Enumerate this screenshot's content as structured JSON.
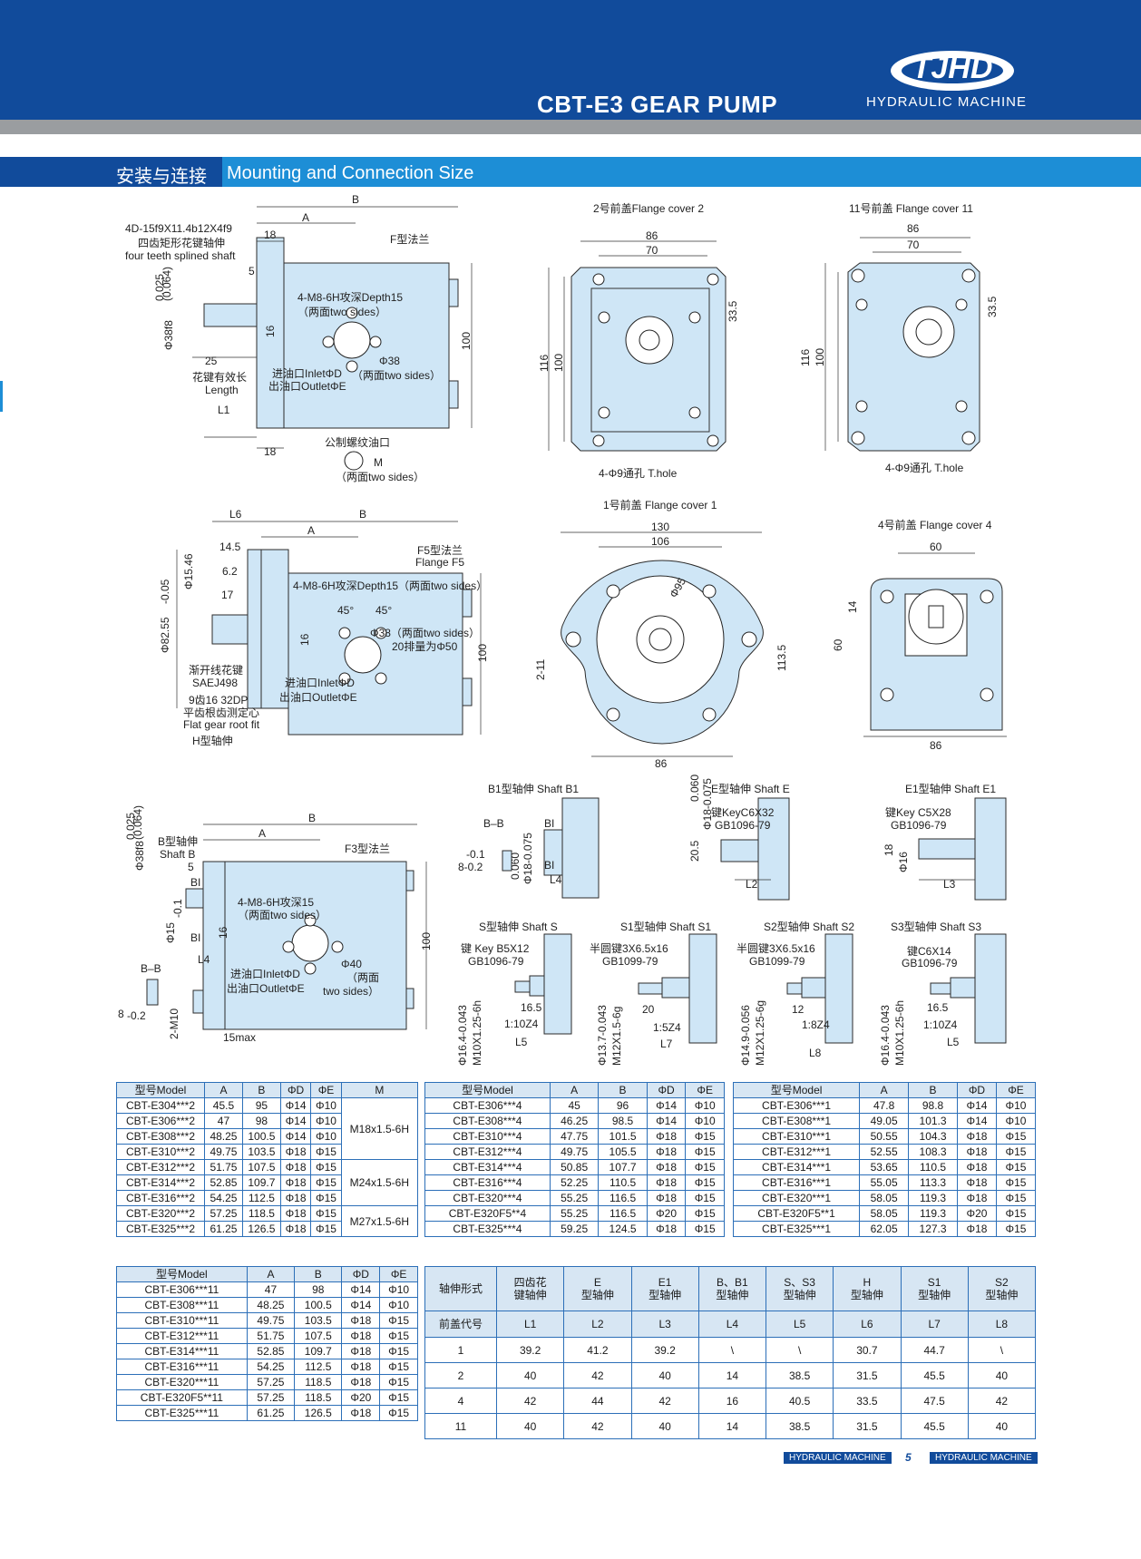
{
  "header": {
    "title": "CBT-E3 GEAR PUMP",
    "brand_logo": "TJHD",
    "brand_subtitle": "HYDRAULIC MACHINE"
  },
  "section": {
    "title_cn": "安装与连接",
    "title_en": "Mounting and Connection Size"
  },
  "drawings": {
    "d1": {
      "t1": "4D-15f9X11.4b12X4f9",
      "t2": "四齿矩形花键轴伸",
      "t3": "four teeth splined shaft",
      "B": "B",
      "A": "A",
      "n18a": "18",
      "n5": "5",
      "flange": "F型法兰",
      "depth": "4-M8-6H攻深Depth15",
      "two1": "（两面two   sides）",
      "tol": "0.025",
      "tol2": "(0.064)",
      "phi38": "Φ38f8",
      "n16": "16",
      "phi38b": "Φ38",
      "two2": "（两面two sides）",
      "n100": "100",
      "n25": "25",
      "key1": "花键有效长",
      "key2": "Length",
      "L1": "L1",
      "inlet": "进油口InletΦD",
      "outlet": "出油口OutletΦE",
      "n18b": "18",
      "thread": "公制螺纹油口",
      "M": "M",
      "two3": "（两面two sides）"
    },
    "d2": {
      "title": "2号前盖Flange cover 2",
      "n86": "86",
      "n70": "70",
      "n335": "33.5",
      "n116": "116",
      "n100": "100",
      "hole": "4-Φ9通孔  T.hole"
    },
    "d3": {
      "title": "11号前盖  Flange cover 11",
      "n86": "86",
      "n70": "70",
      "n335": "33.5",
      "n116": "116",
      "n100": "100",
      "hole": "4-Φ9通孔  T.hole"
    },
    "d4": {
      "L6": "L6",
      "B": "B",
      "A": "A",
      "n145": "14.5",
      "flange1": "F5型法兰",
      "flange2": "Flange F5",
      "n62": "6.2",
      "phi1546": "Φ15.46",
      "depth": "4-M8-6H攻深Depth15（两面two sides）",
      "n17": "17",
      "a45a": "45°",
      "a45b": "45°",
      "phi8255": "Φ82.55",
      "tol": "-0.05",
      "phi38": "Φ38（两面two sides）",
      "n16": "16",
      "pai": "20排量为Φ50",
      "n100": "100",
      "sa1": "渐开线花键",
      "sa2": "SAEJ498",
      "inlet": "进油口InletΦD",
      "outlet": "出油口OutletΦE",
      "teeth": "9齿16   32DP",
      "root1": "平齿根齿测定心",
      "root2": "Flat gear root fit",
      "H": "H型轴伸"
    },
    "d5": {
      "title": "1号前盖  Flange cover 1",
      "n130": "130",
      "n106": "106",
      "phi95": "Φ95",
      "n211": "2-11",
      "n1135": "113.5",
      "n86": "86"
    },
    "d6": {
      "title": "4号前盖  Flange cover 4",
      "n60a": "60",
      "n14": "14",
      "n60b": "60",
      "n86": "86"
    },
    "d7": {
      "B": "B",
      "A": "A",
      "tol": "0.025",
      "tol2": "(0.064)",
      "phi38": "Φ38f8",
      "sb1": "B型轴伸",
      "sb2": "Shaft B",
      "n5": "5",
      "flange": "F3型法兰",
      "BI1": "BI",
      "depth": "4-M8-6H攻深15",
      "two1": "（两面two sides）",
      "phi15": "Φ15",
      "tol3": "-0.1",
      "n16": "16",
      "BI2": "BI",
      "L4": "L4",
      "n100": "100",
      "phi40": "Φ40",
      "two2": "（两面",
      "two3": "two sides）",
      "inlet": "进油口InletΦD",
      "outlet": "出油口OutletΦE",
      "BB": "B–B",
      "n8": "8",
      "tol4": "-0.2",
      "m10": "2-M10",
      "max15": "15max"
    },
    "shafts": {
      "b1": "B1型轴伸  Shaft B1",
      "b1bb": "B–B",
      "b1bi": "BI",
      "b1bi2": "BI",
      "b1n": "-0.1",
      "b1n2": "8-0.2",
      "b1tol": "0.060",
      "b1tol2": "Φ18-0.075",
      "b1l4": "L4",
      "e": "E型轴伸  Shaft E",
      "etol": "0.060",
      "etol2": "Φ18-0.075",
      "ekey": "键KeyC6X32",
      "egb": "GB1096-79",
      "e205": "20.5",
      "el2": "L2",
      "e1": "E1型轴伸  Shaft E1",
      "e1key": "键Key C5X28",
      "e1gb": "GB1096-79",
      "e1n18": "18",
      "e1phi": "Φ16",
      "e1l3": "L3",
      "s": "S型轴伸  Shaft S",
      "skey": "键  Key B5X12",
      "sgb": "GB1096-79",
      "s165": "16.5",
      "s110": "1:10Z4",
      "sphi": "Φ16.4-0.043",
      "sm": "M10X1.25-6h",
      "sl5": "L5",
      "s1": "S1型轴伸  Shaft S1",
      "s1key": "半圆键3X6.5x16",
      "s1gb": "GB1099-79",
      "s120": "20",
      "s15": "1:5Z4",
      "s1phi": "Φ13.7-0.043",
      "s1m": "M12X1.5-6g",
      "s1l7": "L7",
      "s2": "S2型轴伸  Shaft S2",
      "s2key": "半圆键3X6.5x16",
      "s2gb": "GB1099-79",
      "s212": "12",
      "s28": "1:8Z4",
      "s2phi": "Φ14.9-0.056",
      "s2m": "M12X1.25-6g",
      "s2l8": "L8",
      "s3": "S3型轴伸  Shaft S3",
      "s3key": "键C6X14",
      "s3gb": "GB1096-79",
      "s3165": "16.5",
      "s3110": "1:10Z4",
      "s3phi": "Φ16.4-0.043",
      "s3m": "M10X1.25-6h",
      "s3l5": "L5"
    }
  },
  "table1": {
    "headers": [
      "型号Model",
      "A",
      "B",
      "ΦD",
      "ΦE",
      "M"
    ],
    "rows": [
      [
        "CBT-E304***2",
        "45.5",
        "95",
        "Φ14",
        "Φ10"
      ],
      [
        "CBT-E306***2",
        "47",
        "98",
        "Φ14",
        "Φ10"
      ],
      [
        "CBT-E308***2",
        "48.25",
        "100.5",
        "Φ14",
        "Φ10"
      ],
      [
        "CBT-E310***2",
        "49.75",
        "103.5",
        "Φ18",
        "Φ15"
      ],
      [
        "CBT-E312***2",
        "51.75",
        "107.5",
        "Φ18",
        "Φ15"
      ],
      [
        "CBT-E314***2",
        "52.85",
        "109.7",
        "Φ18",
        "Φ15"
      ],
      [
        "CBT-E316***2",
        "54.25",
        "112.5",
        "Φ18",
        "Φ15"
      ],
      [
        "CBT-E320***2",
        "57.25",
        "118.5",
        "Φ18",
        "Φ15"
      ],
      [
        "CBT-E325***2",
        "61.25",
        "126.5",
        "Φ18",
        "Φ15"
      ]
    ],
    "m": [
      "M18x1.5-6H",
      "M24x1.5-6H",
      "M27x1.5-6H"
    ]
  },
  "table2": {
    "headers": [
      "型号Model",
      "A",
      "B",
      "ΦD",
      "ΦE"
    ],
    "rows": [
      [
        "CBT-E306***4",
        "45",
        "96",
        "Φ14",
        "Φ10"
      ],
      [
        "CBT-E308***4",
        "46.25",
        "98.5",
        "Φ14",
        "Φ10"
      ],
      [
        "CBT-E310***4",
        "47.75",
        "101.5",
        "Φ18",
        "Φ15"
      ],
      [
        "CBT-E312***4",
        "49.75",
        "105.5",
        "Φ18",
        "Φ15"
      ],
      [
        "CBT-E314***4",
        "50.85",
        "107.7",
        "Φ18",
        "Φ15"
      ],
      [
        "CBT-E316***4",
        "52.25",
        "110.5",
        "Φ18",
        "Φ15"
      ],
      [
        "CBT-E320***4",
        "55.25",
        "116.5",
        "Φ18",
        "Φ15"
      ],
      [
        "CBT-E320F5**4",
        "55.25",
        "116.5",
        "Φ20",
        "Φ15"
      ],
      [
        "CBT-E325***4",
        "59.25",
        "124.5",
        "Φ18",
        "Φ15"
      ]
    ]
  },
  "table3": {
    "headers": [
      "型号Model",
      "A",
      "B",
      "ΦD",
      "ΦE"
    ],
    "rows": [
      [
        "CBT-E306***1",
        "47.8",
        "98.8",
        "Φ14",
        "Φ10"
      ],
      [
        "CBT-E308***1",
        "49.05",
        "101.3",
        "Φ14",
        "Φ10"
      ],
      [
        "CBT-E310***1",
        "50.55",
        "104.3",
        "Φ18",
        "Φ15"
      ],
      [
        "CBT-E312***1",
        "52.55",
        "108.3",
        "Φ18",
        "Φ15"
      ],
      [
        "CBT-E314***1",
        "53.65",
        "110.5",
        "Φ18",
        "Φ15"
      ],
      [
        "CBT-E316***1",
        "55.05",
        "113.3",
        "Φ18",
        "Φ15"
      ],
      [
        "CBT-E320***1",
        "58.05",
        "119.3",
        "Φ18",
        "Φ15"
      ],
      [
        "CBT-E320F5**1",
        "58.05",
        "119.3",
        "Φ20",
        "Φ15"
      ],
      [
        "CBT-E325***1",
        "62.05",
        "127.3",
        "Φ18",
        "Φ15"
      ]
    ]
  },
  "table4": {
    "headers": [
      "型号Model",
      "A",
      "B",
      "ΦD",
      "ΦE"
    ],
    "rows": [
      [
        "CBT-E306***11",
        "47",
        "98",
        "Φ14",
        "Φ10"
      ],
      [
        "CBT-E308***11",
        "48.25",
        "100.5",
        "Φ14",
        "Φ10"
      ],
      [
        "CBT-E310***11",
        "49.75",
        "103.5",
        "Φ18",
        "Φ15"
      ],
      [
        "CBT-E312***11",
        "51.75",
        "107.5",
        "Φ18",
        "Φ15"
      ],
      [
        "CBT-E314***11",
        "52.85",
        "109.7",
        "Φ18",
        "Φ15"
      ],
      [
        "CBT-E316***11",
        "54.25",
        "112.5",
        "Φ18",
        "Φ15"
      ],
      [
        "CBT-E320***11",
        "57.25",
        "118.5",
        "Φ18",
        "Φ15"
      ],
      [
        "CBT-E320F5**11",
        "57.25",
        "118.5",
        "Φ20",
        "Φ15"
      ],
      [
        "CBT-E325***11",
        "61.25",
        "126.5",
        "Φ18",
        "Φ15"
      ]
    ]
  },
  "table5": {
    "corner_top": "轴伸形式",
    "corner_bottom": "前盖代号",
    "types": [
      [
        "四齿花",
        "键轴伸"
      ],
      [
        "E",
        "型轴伸"
      ],
      [
        "E1",
        "型轴伸"
      ],
      [
        "B、B1",
        "型轴伸"
      ],
      [
        "S、S3",
        "型轴伸"
      ],
      [
        "H",
        "型轴伸"
      ],
      [
        "S1",
        "型轴伸"
      ],
      [
        "S2",
        "型轴伸"
      ]
    ],
    "lengths": [
      "L1",
      "L2",
      "L3",
      "L4",
      "L5",
      "L6",
      "L7",
      "L8"
    ],
    "rows": [
      [
        "1",
        "39.2",
        "41.2",
        "39.2",
        "\\",
        "\\",
        "30.7",
        "44.7",
        "\\"
      ],
      [
        "2",
        "40",
        "42",
        "40",
        "14",
        "38.5",
        "31.5",
        "45.5",
        "40"
      ],
      [
        "4",
        "42",
        "44",
        "42",
        "16",
        "40.5",
        "33.5",
        "47.5",
        "42"
      ],
      [
        "11",
        "40",
        "42",
        "40",
        "14",
        "38.5",
        "31.5",
        "45.5",
        "40"
      ]
    ]
  },
  "footer": {
    "left": "HYDRAULIC MACHINE",
    "page": "5",
    "right": "HYDRAULIC MACHINE"
  }
}
